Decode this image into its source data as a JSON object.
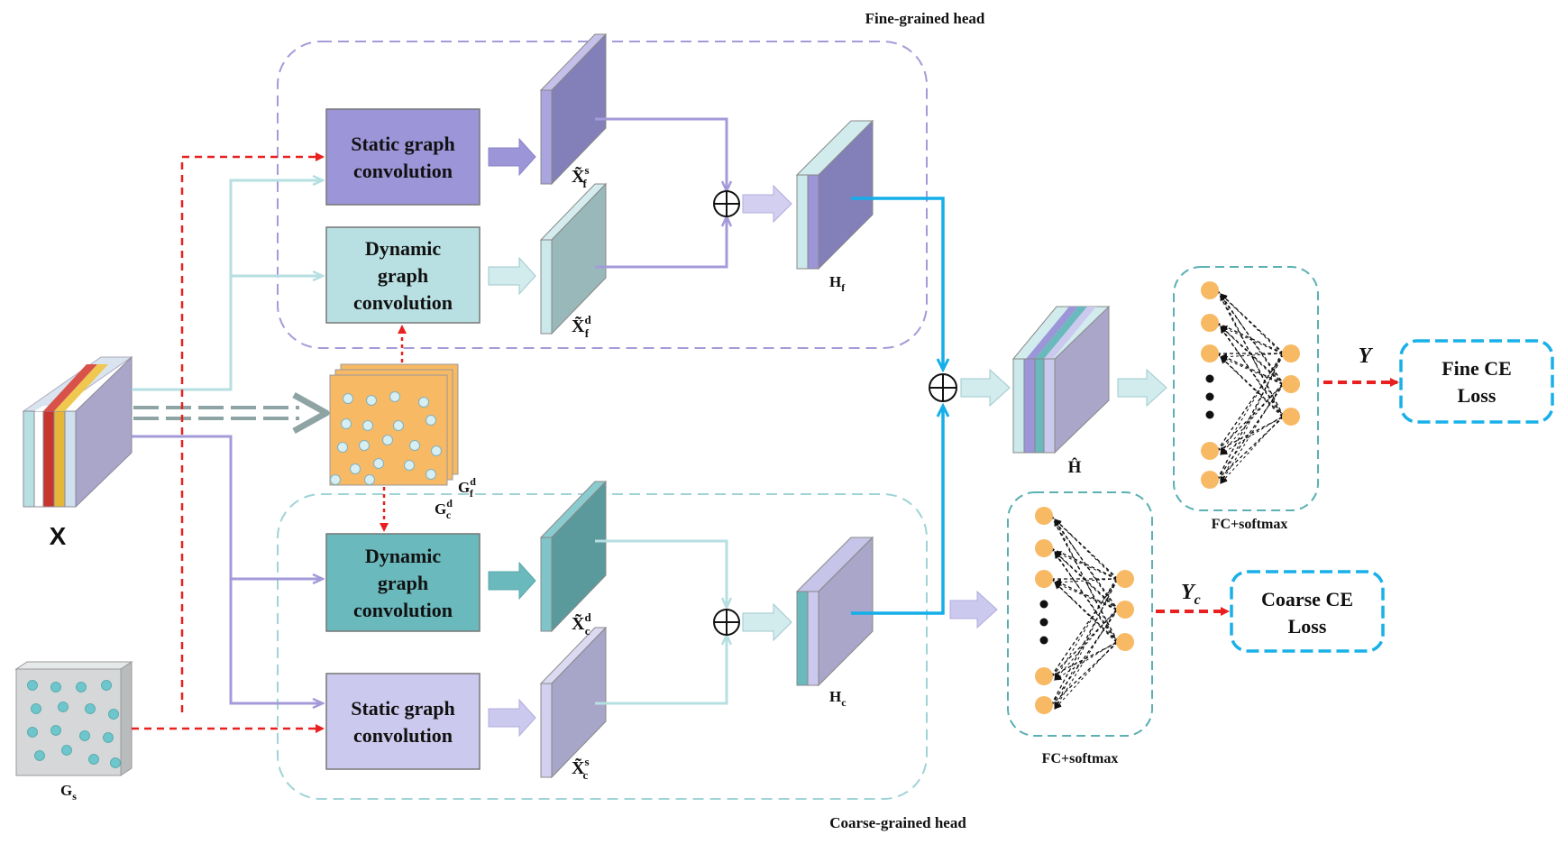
{
  "heads": {
    "fine_label": "Fine-grained head",
    "coarse_label": "Coarse-grained head"
  },
  "boxes": {
    "fine_static": [
      "Static graph",
      "convolution"
    ],
    "fine_dynamic": [
      "Dynamic",
      "graph",
      "convolution"
    ],
    "coarse_dynamic": [
      "Dynamic",
      "graph",
      "convolution"
    ],
    "coarse_static": [
      "Static graph",
      "convolution"
    ]
  },
  "labels": {
    "x_input": "X",
    "gs": {
      "base": "G",
      "sub": "s"
    },
    "gfd": {
      "base": "G",
      "sup": "d",
      "sub": "f"
    },
    "gcd": {
      "base": "G",
      "sup": "d",
      "sub": "c"
    },
    "xfs": {
      "base": "X̃",
      "sup": "s",
      "sub": "f"
    },
    "xfd": {
      "base": "X̃",
      "sup": "d",
      "sub": "f"
    },
    "xcd": {
      "base": "X̃",
      "sup": "d",
      "sub": "c"
    },
    "xcs": {
      "base": "X̃",
      "sup": "s",
      "sub": "c"
    },
    "hf": {
      "base": "H",
      "sub": "f"
    },
    "hc": {
      "base": "H",
      "sub": "c"
    },
    "hhat": "Ĥ"
  },
  "classifiers": {
    "fine_label": "FC+softmax",
    "coarse_label": "FC+softmax"
  },
  "outputs": {
    "fine_y": "Y",
    "coarse_y": {
      "base": "Y",
      "sub": "c"
    }
  },
  "losses": {
    "fine": [
      "Fine CE",
      "Loss"
    ],
    "coarse": [
      "Coarse CE",
      "Loss"
    ]
  },
  "colors": {
    "fine_head_border": "#a39bd9",
    "coarse_head_border": "#9fd3d6",
    "static_fine_fill": "#9c95d8",
    "dynamic_fine_fill": "#b8e0e2",
    "dynamic_coarse_fill": "#6ab9bd",
    "static_coarse_fill": "#ccc9ee",
    "red_dash": "#e8201f",
    "cyan_line": "#14aee8",
    "purple_line": "#a39bd9",
    "teal_light_line": "#b6dfe2",
    "loss_border": "#19b0e8",
    "fc_border": "#5bb0b3",
    "node_fill": "#f8b965"
  }
}
